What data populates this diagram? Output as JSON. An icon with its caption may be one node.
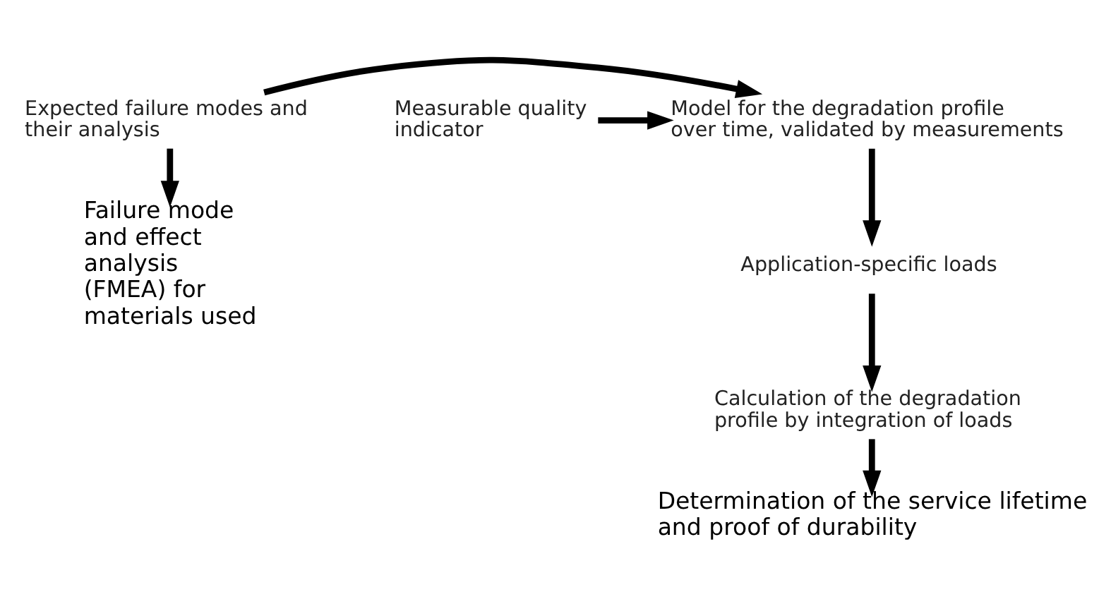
{
  "diagram": {
    "nodes": [
      {
        "text": [
          "Expected failure modes and their analysis"
        ]
      },
      {
        "text": [
          "Model for the degradation profile over time, validated by measurements"
        ]
      },
      {
        "text": [
          "Measurable quality indicator"
        ]
      },
      {
        "text": [
          "Failure mode and effect analysis (FMEA) for materials used"
        ]
      },
      {
        "text": [
          "Application-specific loads"
        ]
      },
      {
        "text": [
          "Calculation of the degradation profile by integration of loads"
        ]
      },
      {
        "text": [
          "Determination of the service lifetime and proof of durability"
        ]
      }
    ],
    "edges": [
      {
        "from": 0,
        "to": 1,
        "arrow": "to"
      },
      {
        "from": 2,
        "to": 1,
        "arrow": "to"
      },
      {
        "from": 0,
        "to": 3,
        "arrow": "to"
      },
      {
        "from": 1,
        "to": 4,
        "arrow": "to"
      },
      {
        "from": 4,
        "to": 5,
        "arrow": "to"
      },
      {
        "from": 5,
        "to": 6,
        "arrow": "to"
      }
    ]
  }
}
